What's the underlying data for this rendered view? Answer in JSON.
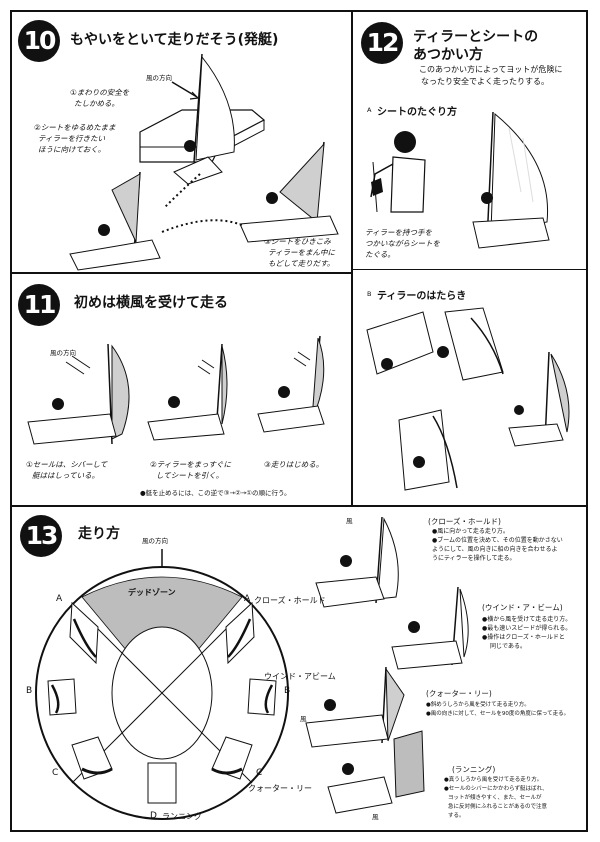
{
  "p10": {
    "number": "10",
    "title": "もやいをといて走りだそう(発艇)",
    "wind": "風の方向",
    "step1": [
      "①まわりの安全を",
      "たしかめる。"
    ],
    "step2": [
      "②シートをゆるめたまま",
      "ティラーを行きたい",
      "ほうに向けておく。"
    ],
    "step3": [
      "③シートをひきこみ",
      "ティラーをまん中に",
      "もどして走りだす。"
    ]
  },
  "p11": {
    "number": "11",
    "title": "初めは横風を受けて走る",
    "wind": "風の方向",
    "cap1": [
      "①セールは、シバーして",
      "艇ははしっている。"
    ],
    "cap2": [
      "②ティラーをまっすぐに",
      "してシートを引く。"
    ],
    "cap3": "③走りはじめる。",
    "note": "●艇を止めるには、この逆で③→②→①の順に行う。"
  },
  "p12": {
    "number": "12",
    "title_line1": "ティラーとシートの",
    "title_line2": "あつかい方",
    "intro": [
      "このあつかい方によってヨットが危険に",
      "なったり安全でよく走ったりする。"
    ],
    "secA_label": "A",
    "secA_title": "シートのたぐり方",
    "secA_caption": [
      "ティラーを持つ手を",
      "つかいながらシートを",
      "たぐる。"
    ],
    "secB_label": "B",
    "secB_title": "ティラーのはたらき"
  },
  "p13": {
    "number": "13",
    "title": "走り方",
    "wind": "風の方向",
    "dead_zone": "デッドゾーン",
    "label_A": "A",
    "label_B": "B",
    "label_C": "C",
    "label_D": "D",
    "close_hauled": "クローズ・ホールド",
    "beam_reach": "ウインド・アビーム",
    "quarter": "クォーター・リー",
    "running": "ランニング",
    "wind_small": "風",
    "desc_close": {
      "head": "(クローズ・ホールド)",
      "lines": [
        "●風に向かって走る走り方。",
        "●ブームの位置を決めて、その位置を動かさない",
        "ようにして、風の向きに船の向きを合わせるよ",
        "うにティラーを操作して走る。"
      ]
    },
    "desc_beam": {
      "head": "(ウインド・ア・ビーム)",
      "lines": [
        "●横から風を受けて走る走り方。",
        "●最も速いスピードが得られる。",
        "●操作はクローズ・ホールドと",
        "同じである。"
      ]
    },
    "desc_quarter": {
      "head": "(クォーター・リー)",
      "lines": [
        "●斜めうしろから風を受けて走る走り方。",
        "●風の向きに対して、セールを90度の角度に保って走る。"
      ]
    },
    "desc_running": {
      "head": "(ランニング)",
      "lines": [
        "●真うしろから風を受けて走る走り方。",
        "●セールのシバーにかかわらず艇はばれ、",
        "ヨットが傾きやすく、また、セールが",
        "急に反対側にふれることがあるので注意",
        "する。"
      ]
    }
  }
}
